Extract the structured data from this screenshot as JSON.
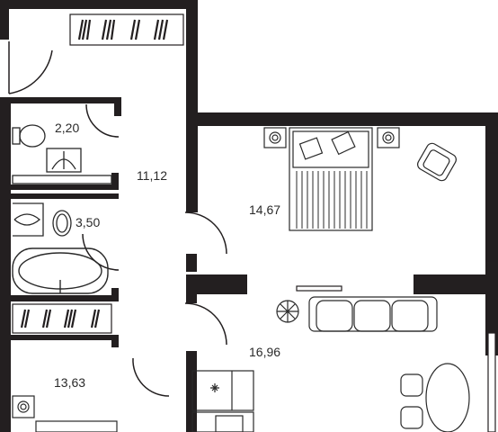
{
  "plan": {
    "rooms": [
      {
        "id": "wc",
        "area": "2,20"
      },
      {
        "id": "hall",
        "area": "11,12"
      },
      {
        "id": "bath",
        "area": "3,50"
      },
      {
        "id": "bedroom",
        "area": "14,67"
      },
      {
        "id": "living-kitchen",
        "area": "16,96"
      },
      {
        "id": "second-bedroom",
        "area": "13,63"
      }
    ],
    "colors": {
      "wall": "#231f20",
      "fixture": "#2a2a2a",
      "background": "#ffffff"
    }
  }
}
